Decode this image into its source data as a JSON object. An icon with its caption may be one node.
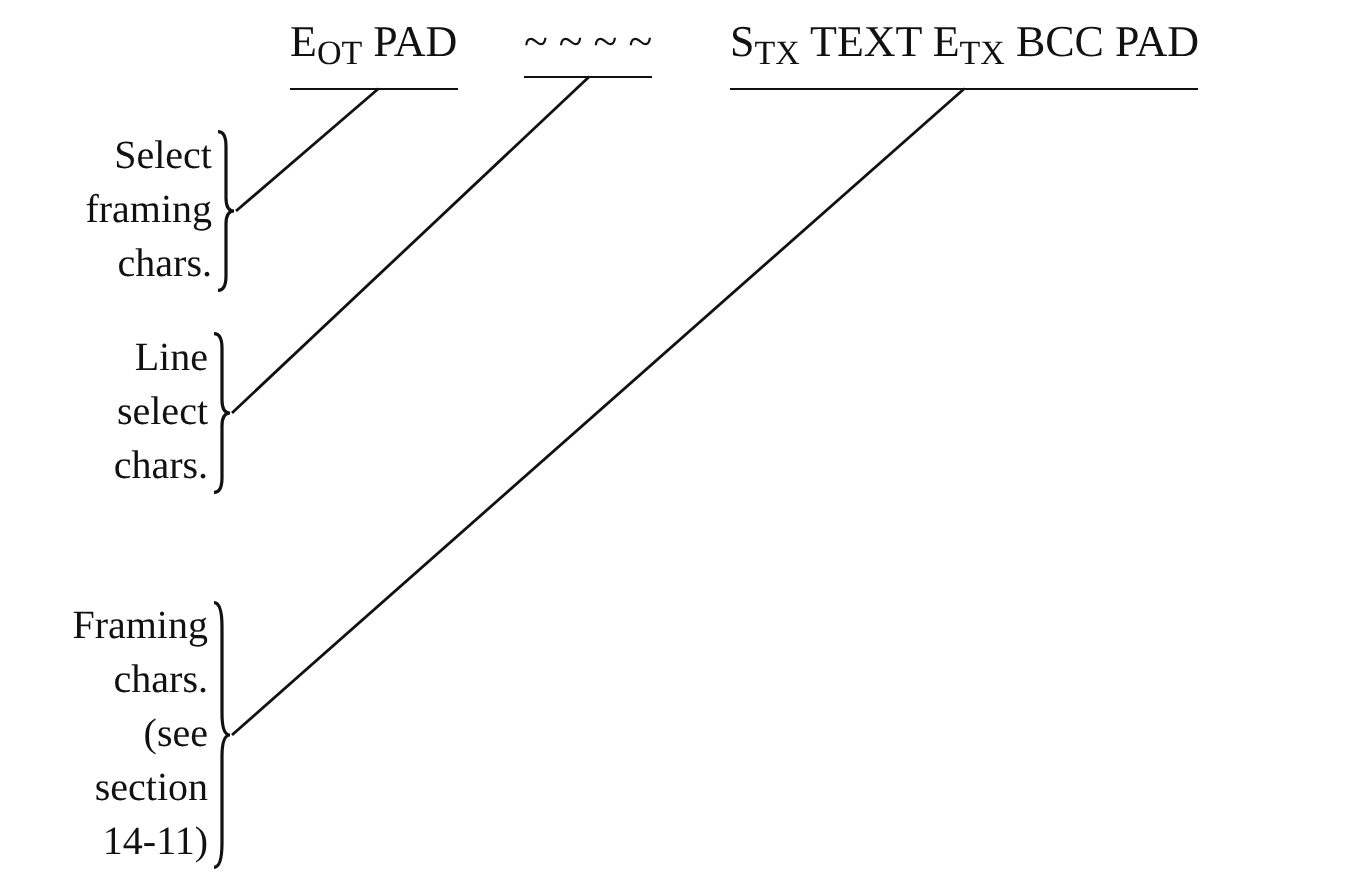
{
  "diagram": {
    "nodes": [
      {
        "text": [
          "Select framing chars."
        ]
      },
      {
        "text": [
          "Line select chars."
        ]
      },
      {
        "text": [
          "Framing chars. (see section 14-11)"
        ]
      },
      {
        "text": [
          "E$_{OT}$ PAD"
        ]
      },
      {
        "text": [
          "~ ~ ~ ~"
        ]
      },
      {
        "text": [
          "S$_{TX}$ TEXT E$_{TX}$ BCC PAD"
        ]
      }
    ],
    "edges": [
      {
        "from": 0,
        "to": 3,
        "arrow": "none"
      },
      {
        "from": 1,
        "to": 4,
        "arrow": "none"
      },
      {
        "from": 2,
        "to": 5,
        "arrow": "none"
      }
    ]
  }
}
